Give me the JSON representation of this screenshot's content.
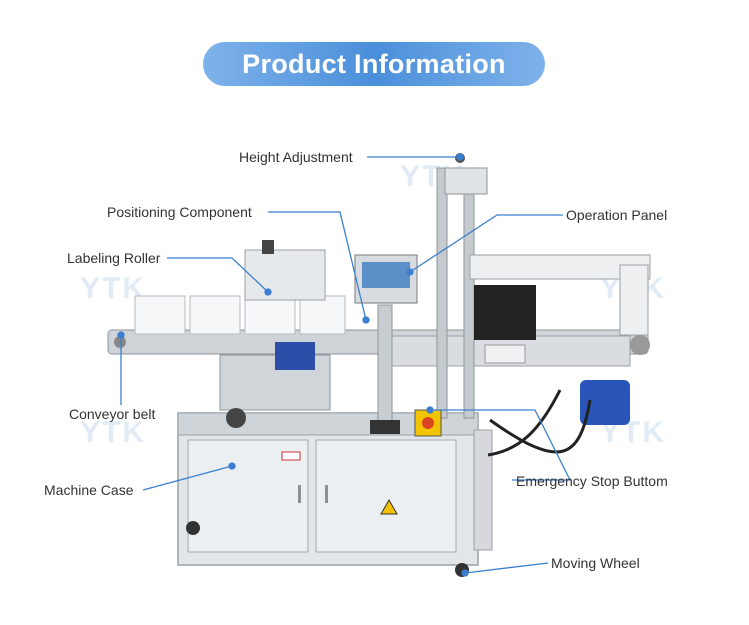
{
  "title": "Product Information",
  "watermark": "YTK",
  "labels": {
    "height_adjustment": "Height Adjustment",
    "positioning_component": "Positioning Component",
    "labeling_roller": "Labeling Roller",
    "operation_panel": "Operation Panel",
    "conveyor_belt": "Conveyor belt",
    "machine_case": "Machine Case",
    "emergency_stop": "Emergency Stop Buttom",
    "moving_wheel": "Moving Wheel"
  },
  "colors": {
    "accent": "#4a8fdb",
    "leader": "#3b7fd0",
    "steel": "#d9dde1"
  }
}
